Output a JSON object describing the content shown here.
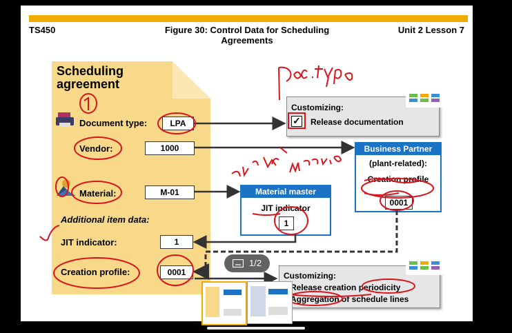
{
  "header": {
    "course": "TS450",
    "figure_title_line1": "Figure 30: Control Data for Scheduling",
    "figure_title_line2": "Agreements",
    "unit": "Unit 2 Lesson 7"
  },
  "document": {
    "title_line1": "Scheduling",
    "title_line2": "agreement",
    "document_type_label": "Document type:",
    "document_type_value": "LPA",
    "vendor_label": "Vendor:",
    "vendor_value": "1000",
    "material_label": "Material:",
    "material_value": "M-01",
    "additional_item_data": "Additional item data:",
    "jit_label": "JIT indicator:",
    "jit_value": "1",
    "creation_profile_label": "Creation profile:",
    "creation_profile_value": "0001"
  },
  "customizing_top": {
    "title": "Customizing:",
    "checkbox_label": "Release documentation",
    "checked": true
  },
  "business_partner": {
    "title": "Business Partner",
    "subtitle": "(plant-related):",
    "field_label": "Creation profile",
    "field_value": "0001"
  },
  "material_master": {
    "title": "Material master",
    "field_label": "JIT indicator",
    "field_value": "1"
  },
  "customizing_bottom": {
    "title": "Customizing:",
    "line1": "Release creation periodicity",
    "line2": "Aggregation of schedule lines"
  },
  "annotations": {
    "doc_type_note": "Doc.type",
    "circled_number": "1",
    "note_purchasing_view": "pur. view",
    "note_mrp_view": "MRP view"
  },
  "pager": {
    "text": "1/2"
  },
  "colors": {
    "accent_yellow": "#f0ab00",
    "doc_fill": "#f8d98a",
    "blue": "#1a73c4",
    "ink_red": "#d9141c"
  }
}
